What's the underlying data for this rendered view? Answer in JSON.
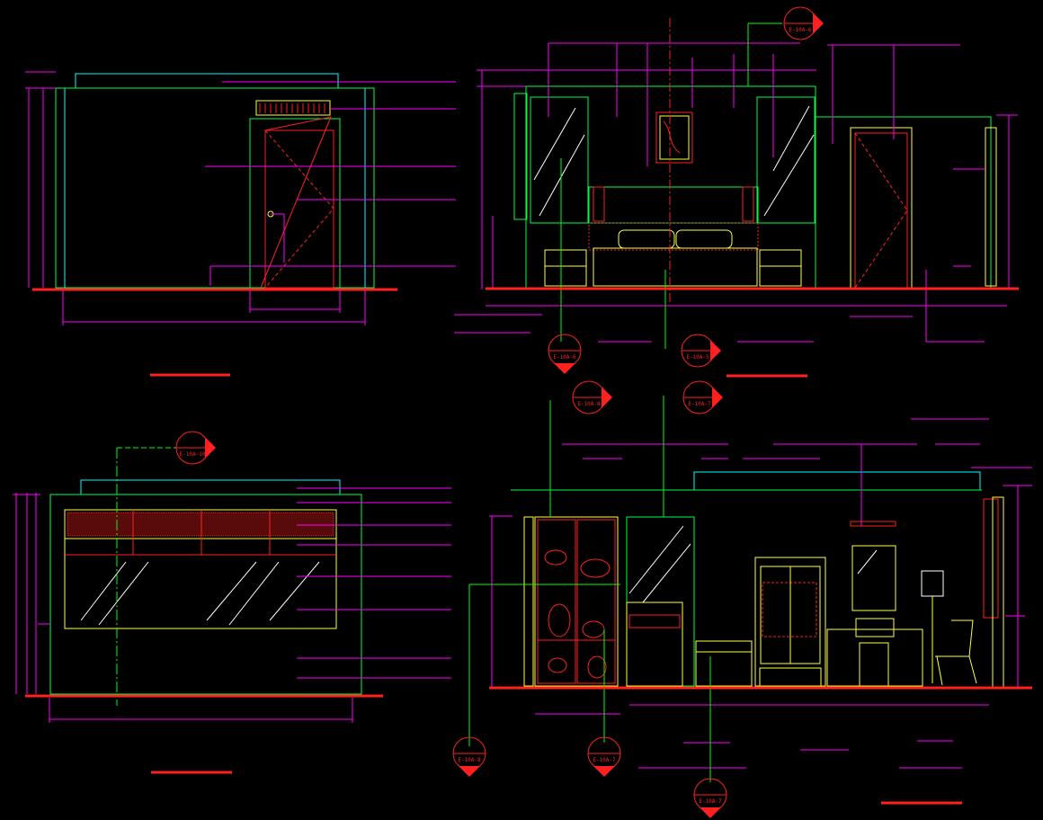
{
  "drawing": {
    "background": "#000000",
    "colors": {
      "ground_line": "#ff2020",
      "outline": "#00ff40",
      "ceiling": "#00ffff",
      "leader": "#ff00ff",
      "object": "#ffff40",
      "center_line": "#00ff00",
      "hatch": "#ff2020",
      "white": "#ffffff"
    }
  },
  "section_tags": [
    {
      "label": "E-10A-6"
    },
    {
      "label": "E-10A-6"
    },
    {
      "label": "E-10A-5"
    },
    {
      "label": "E-10A-10"
    },
    {
      "label": "E-10A-8"
    },
    {
      "label": "E-10A-7"
    },
    {
      "label": "E-10A-8"
    },
    {
      "label": "E-10A-7"
    },
    {
      "label": "E-10A-7"
    }
  ]
}
